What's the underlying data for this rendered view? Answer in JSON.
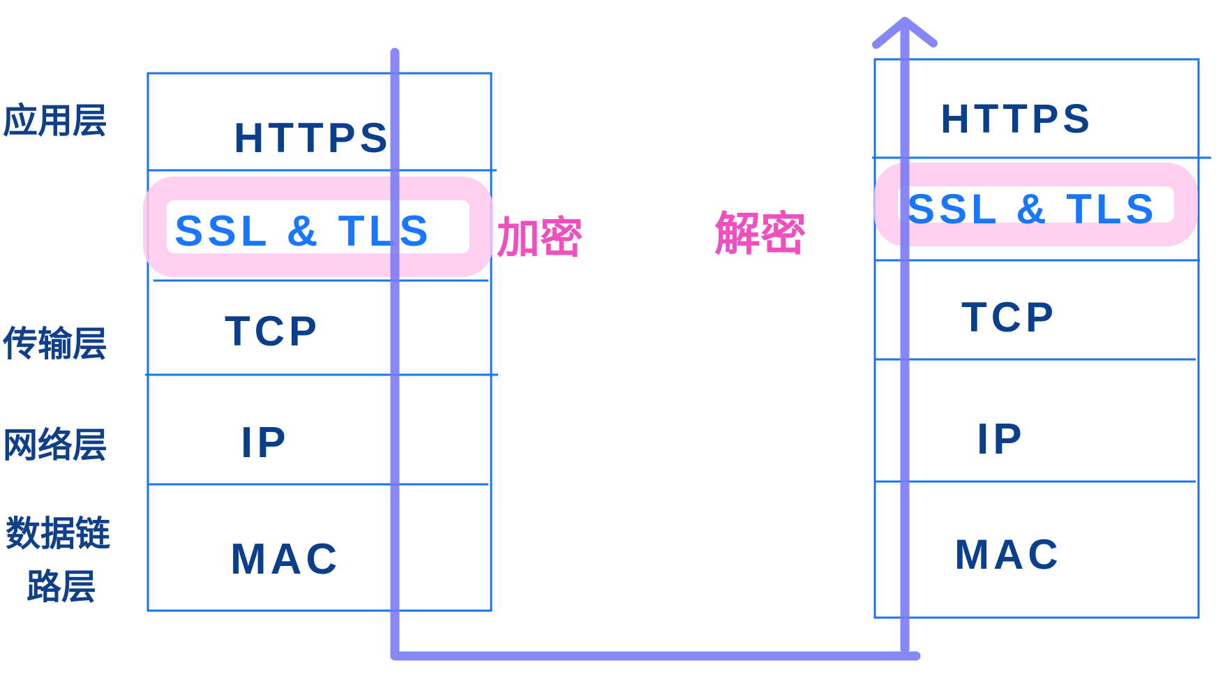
{
  "layer_labels": {
    "application": "应用层",
    "transport": "传输层",
    "network": "网络层",
    "datalink_line1": "数据链",
    "datalink_line2": "路层"
  },
  "left_stack": {
    "https": "HTTPS",
    "ssl_tls": "SSL & TLS",
    "tcp": "TCP",
    "ip": "IP",
    "mac": "MAC"
  },
  "right_stack": {
    "https": "HTTPS",
    "ssl_tls": "SSL & TLS",
    "tcp": "TCP",
    "ip": "IP",
    "mac": "MAC"
  },
  "annotations": {
    "encrypt": "加密",
    "decrypt": "解密"
  },
  "colors": {
    "box_stroke": "#1a73f0",
    "flow_line": "#7b7bf7",
    "highlight": "#ffc8ec",
    "ssl_text": "#1976ff",
    "label_text": "#0e3f88",
    "annotation": "#f04fbf"
  }
}
